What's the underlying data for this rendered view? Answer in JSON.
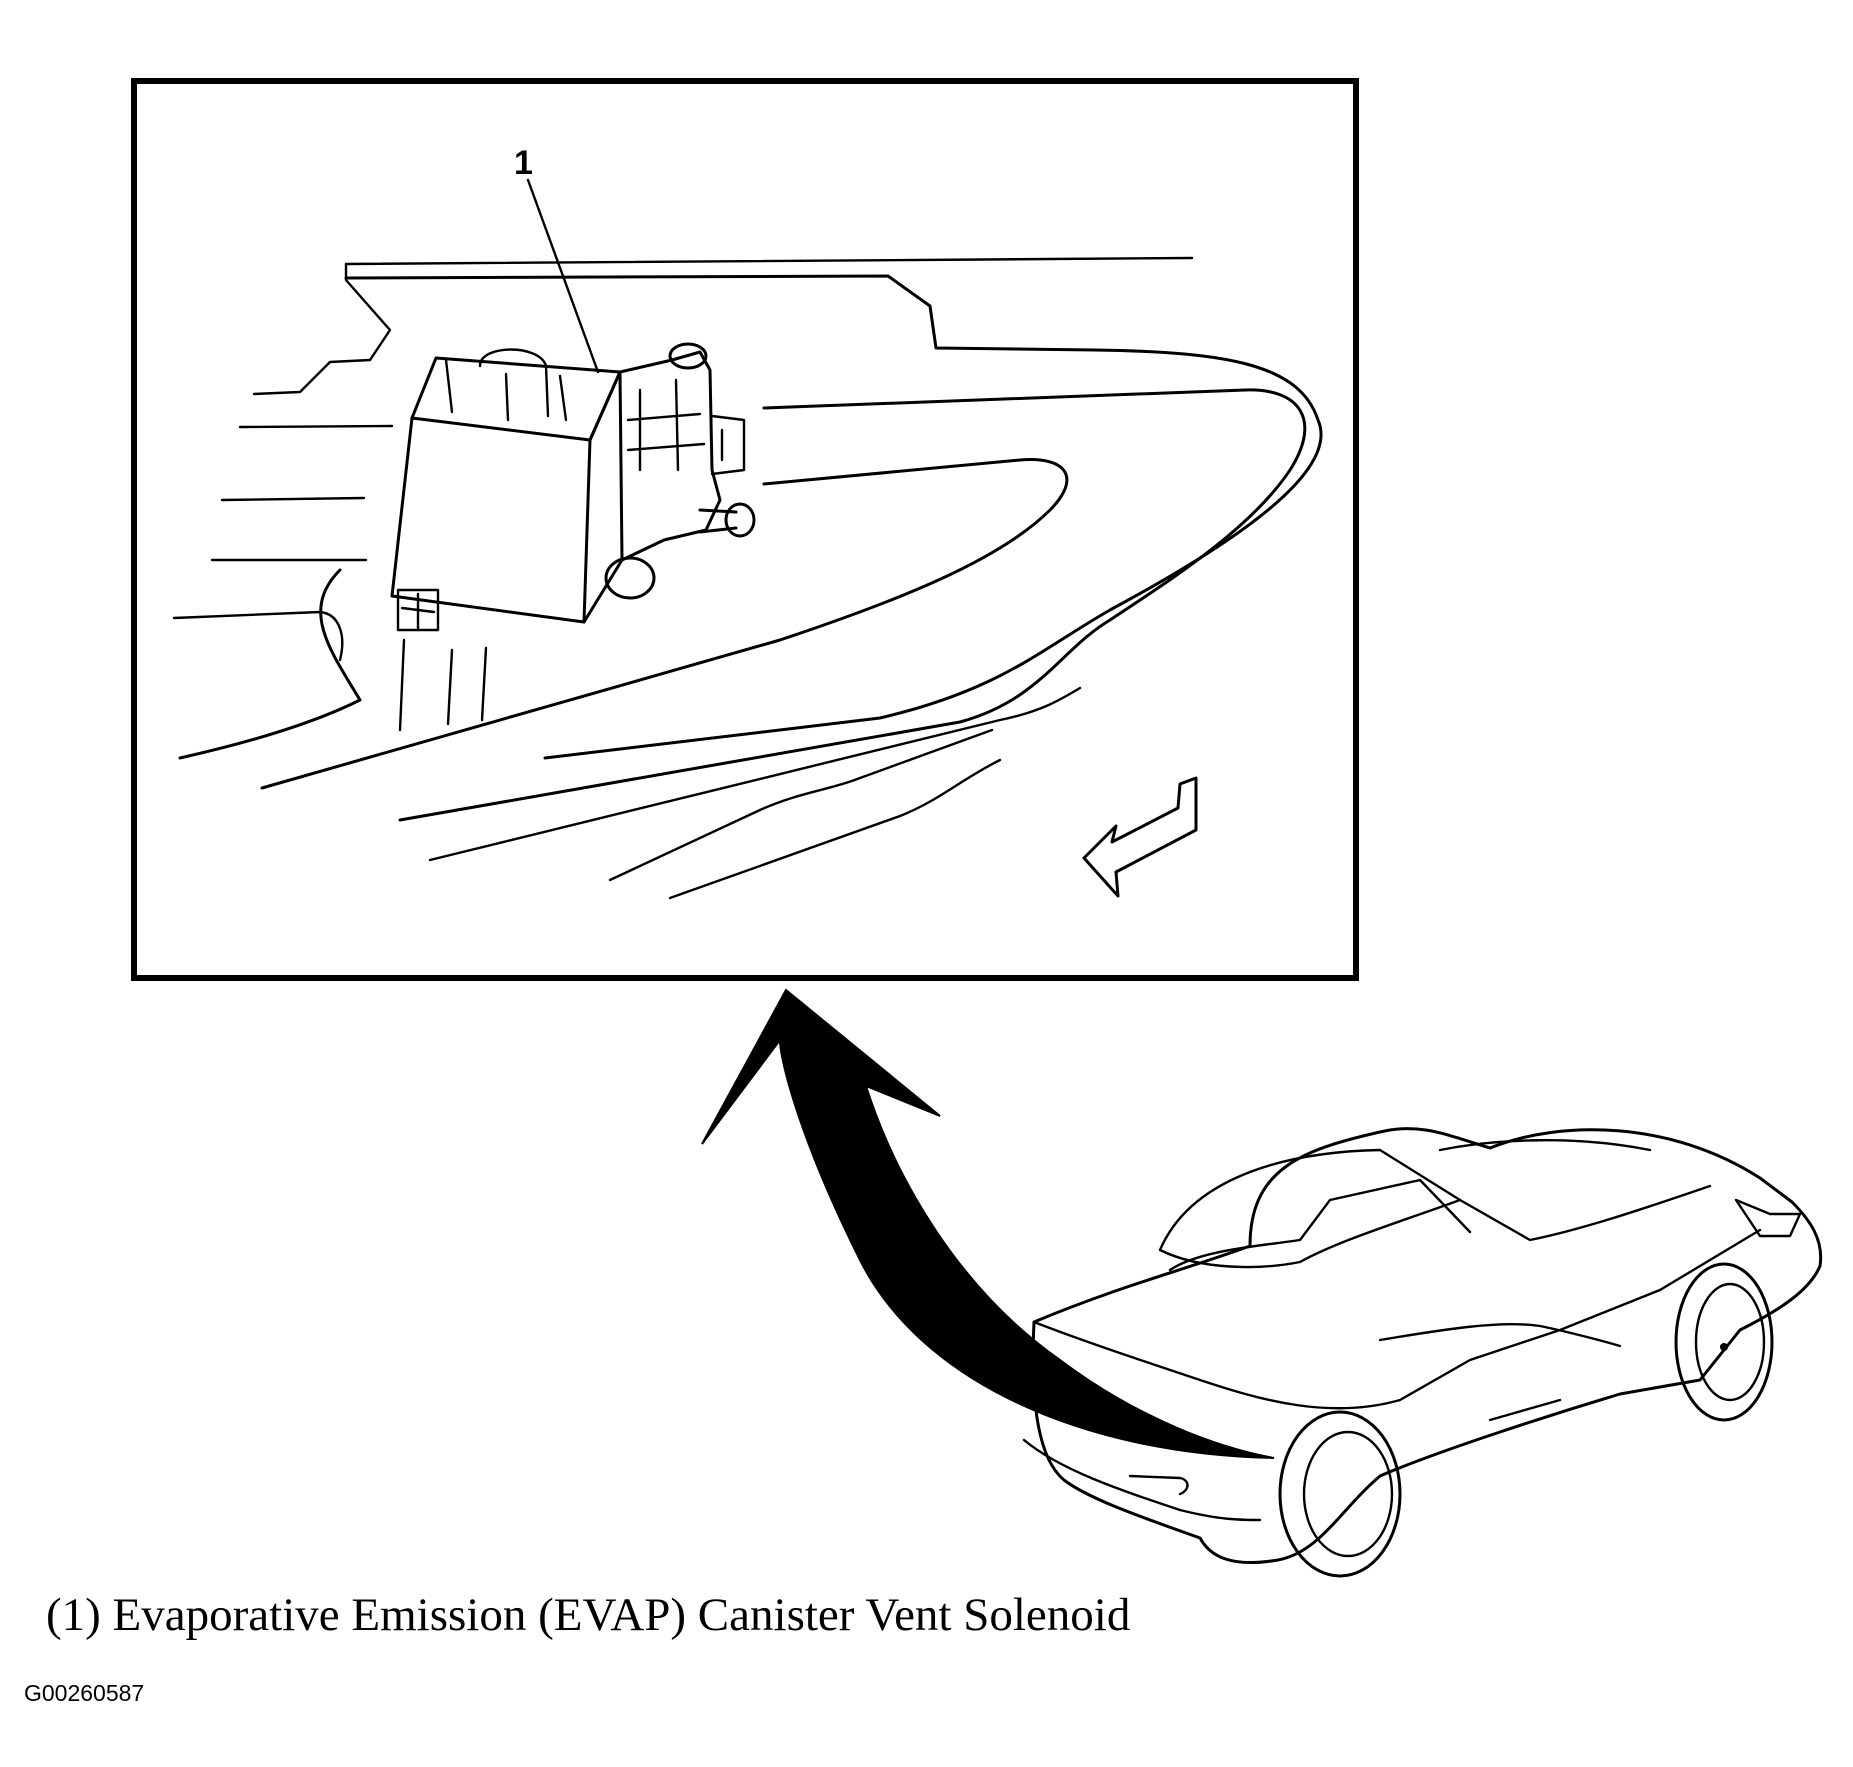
{
  "diagram": {
    "callout_number": "1",
    "caption": "(1) Evaporative Emission (EVAP) Canister Vent Solenoid",
    "figure_id": "G00260587"
  },
  "parts": [
    {
      "callout": "1",
      "name": "Evaporative Emission (EVAP) Canister Vent Solenoid"
    }
  ],
  "colors": {
    "ink": "#000000",
    "paper": "#ffffff"
  }
}
